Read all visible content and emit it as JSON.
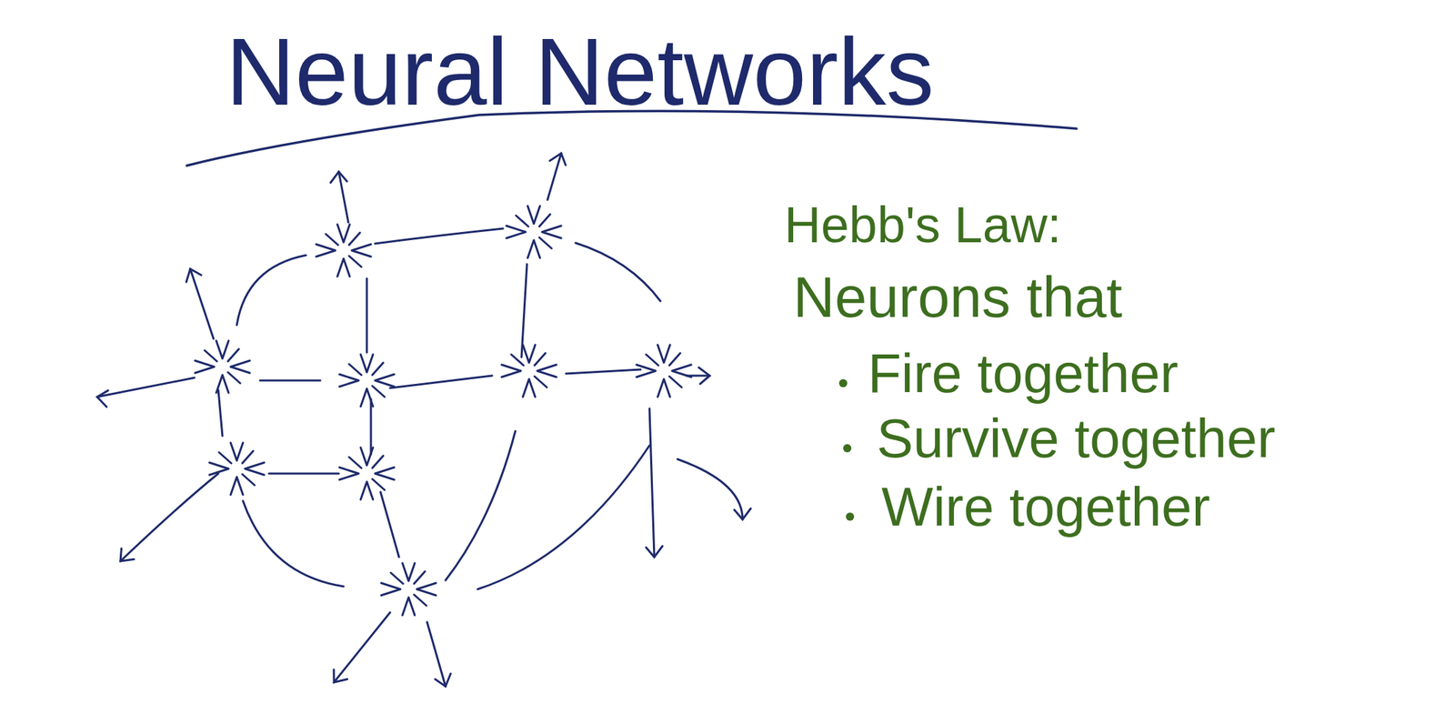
{
  "diagram": {
    "title": "Neural Networks",
    "labels": [
      "Hebb's Law:",
      "Neurons that",
      "Fire together",
      "Survive together",
      "Wire together"
    ]
  }
}
